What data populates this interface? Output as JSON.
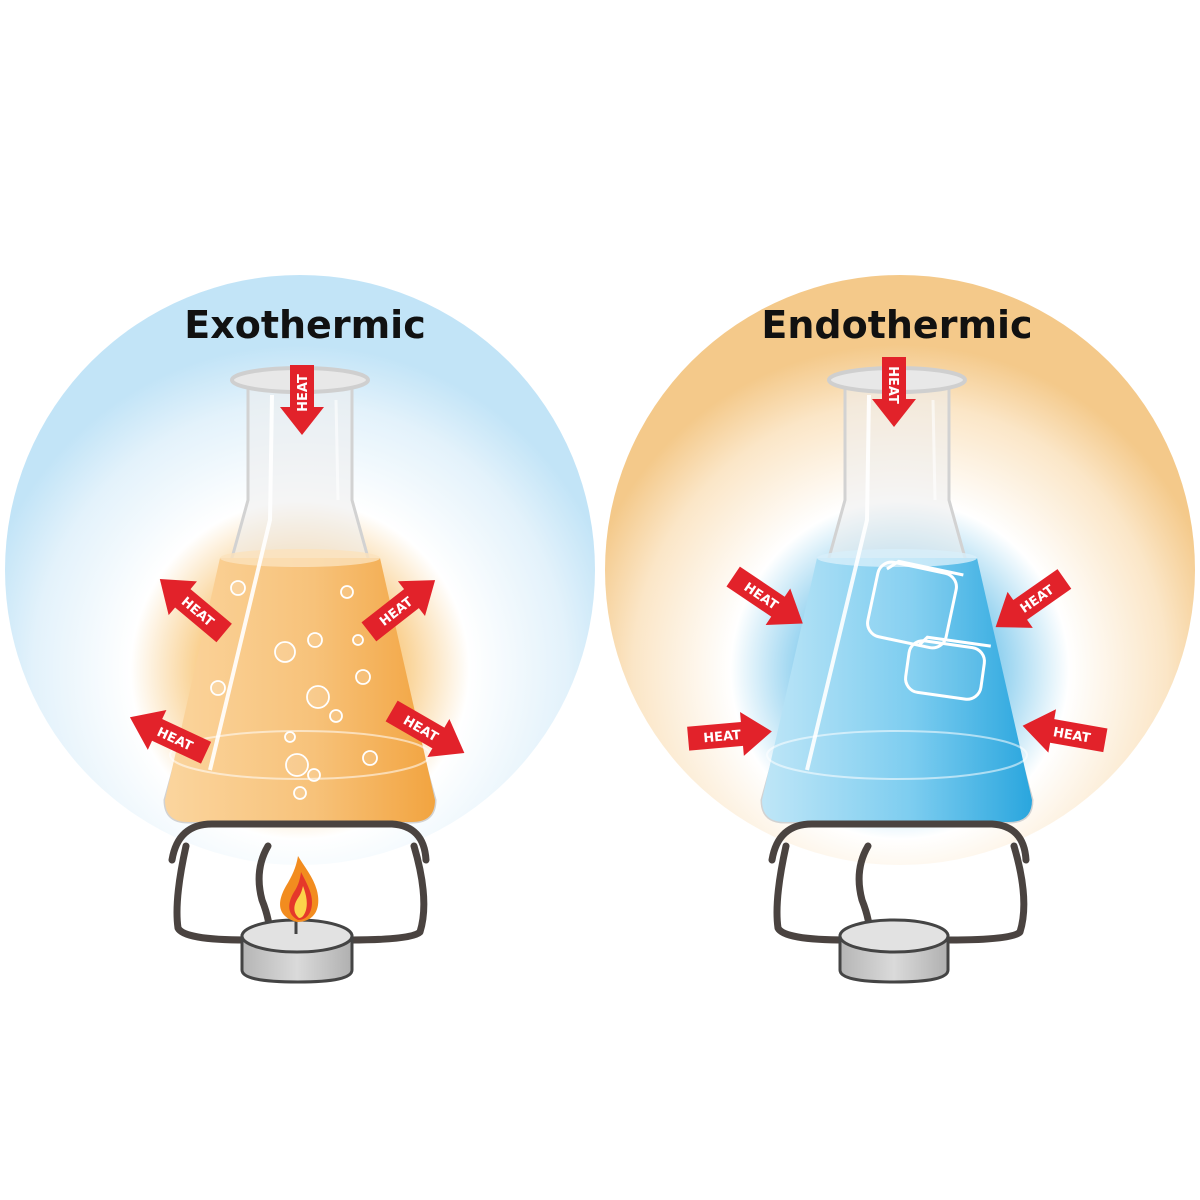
{
  "panels": {
    "exothermic": {
      "title": "Exothermic",
      "heat_label": "HEAT",
      "liquid_color": "#f2a848",
      "glow_inner_color": "#f7b04d",
      "glow_outer_color": "#c2e4f7",
      "flame_lit": true
    },
    "endothermic": {
      "title": "Endothermic",
      "heat_label": "HEAT",
      "liquid_color": "#2aaae0",
      "glow_inner_color": "#32ade3",
      "glow_outer_color": "#f4c98a",
      "flame_lit": false,
      "contains": "ice-cubes"
    }
  },
  "colors": {
    "arrow": "#e2222a",
    "stand": "#4a4340",
    "candle": "#c9c9c9",
    "glass": "#ececec"
  },
  "icons": [
    "erlenmeyer-flask-icon",
    "heat-arrow-icon",
    "candle-icon",
    "flame-icon",
    "ice-cube-icon",
    "bubble-icon",
    "tripod-stand-icon"
  ]
}
